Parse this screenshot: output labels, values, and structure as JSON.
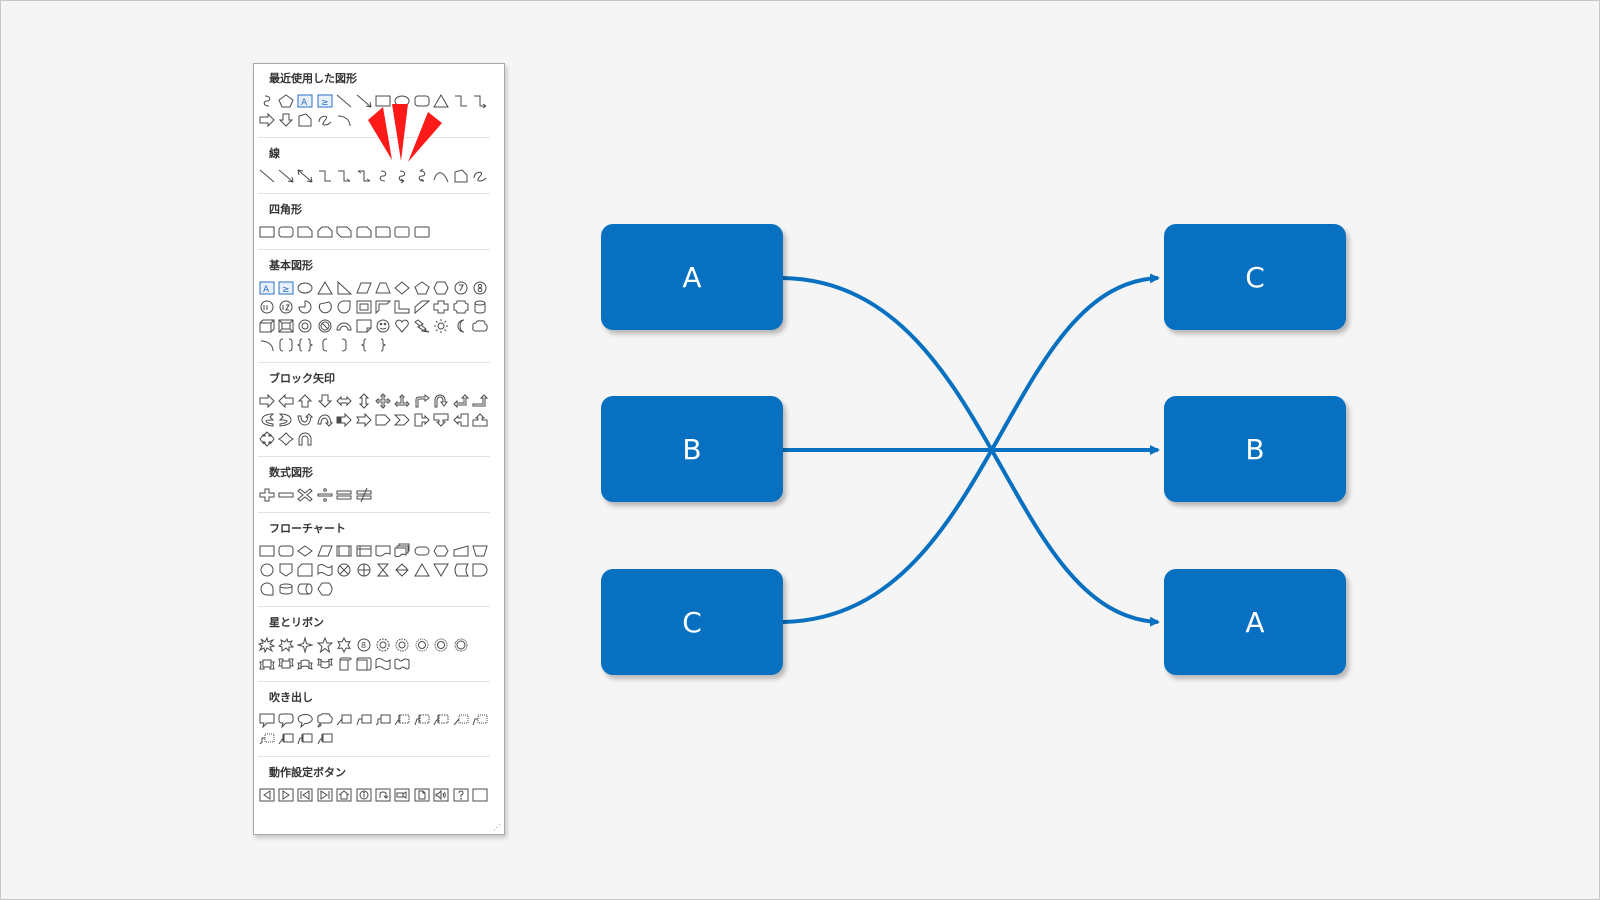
{
  "gallery": {
    "sections": [
      {
        "title": "最近使用した図形"
      },
      {
        "title": "線"
      },
      {
        "title": "四角形"
      },
      {
        "title": "基本図形"
      },
      {
        "title": "ブロック矢印"
      },
      {
        "title": "数式図形"
      },
      {
        "title": "フローチャート"
      },
      {
        "title": "星とリボン"
      },
      {
        "title": "吹き出し"
      },
      {
        "title": "動作設定ボタン"
      }
    ]
  },
  "diagram": {
    "left_nodes": [
      "A",
      "B",
      "C"
    ],
    "right_nodes": [
      "C",
      "B",
      "A"
    ]
  },
  "colors": {
    "node_fill": "#0870c0",
    "connector": "#0870c0",
    "indicator": "#ff0000"
  }
}
